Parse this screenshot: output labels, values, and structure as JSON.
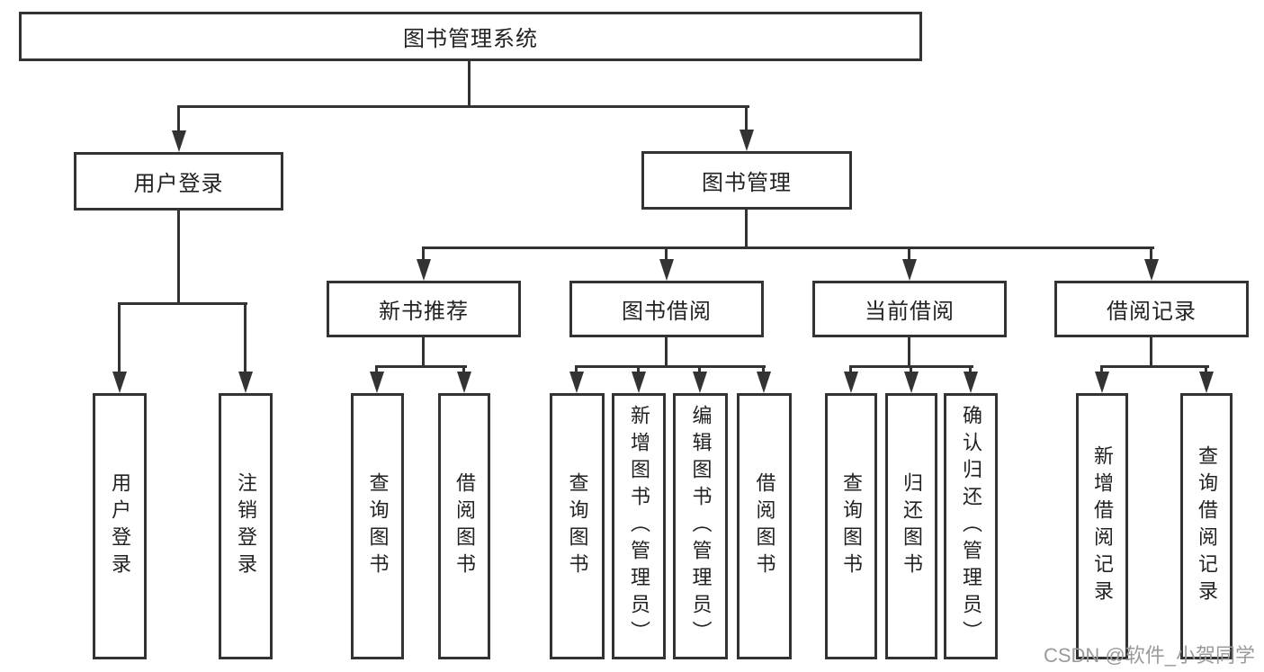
{
  "diagram": {
    "type": "hierarchy-functional-structure",
    "title": "图书管理系统",
    "colors": {
      "line": "#333333",
      "text": "#222222",
      "background": "#ffffff",
      "watermark": "#9b9b9b"
    },
    "nodes": {
      "root": {
        "label": "图书管理系统"
      },
      "user_login": {
        "label": "用户登录",
        "children": [
          {
            "label": "用户登录"
          },
          {
            "label": "注销登录"
          }
        ]
      },
      "book_management": {
        "label": "图书管理",
        "children_labels": [
          "新书推荐",
          "图书借阅",
          "当前借阅",
          "借阅记录"
        ]
      },
      "new_book_recommend": {
        "label": "新书推荐",
        "children": [
          {
            "label": "查询图书"
          },
          {
            "label": "借阅图书"
          }
        ]
      },
      "book_borrowing": {
        "label": "图书借阅",
        "children": [
          {
            "label": "查询图书"
          },
          {
            "label": "新增图书（管理员）"
          },
          {
            "label": "编辑图书（管理员）"
          },
          {
            "label": "借阅图书"
          }
        ]
      },
      "current_borrowing": {
        "label": "当前借阅",
        "children": [
          {
            "label": "查询图书"
          },
          {
            "label": "归还图书"
          },
          {
            "label": "确认归还（管理员）"
          }
        ]
      },
      "borrowing_records": {
        "label": "借阅记录",
        "children": [
          {
            "label": "新增借阅记录"
          },
          {
            "label": "查询借阅记录"
          }
        ]
      }
    },
    "watermark": "CSDN @软件_小贺同学"
  }
}
